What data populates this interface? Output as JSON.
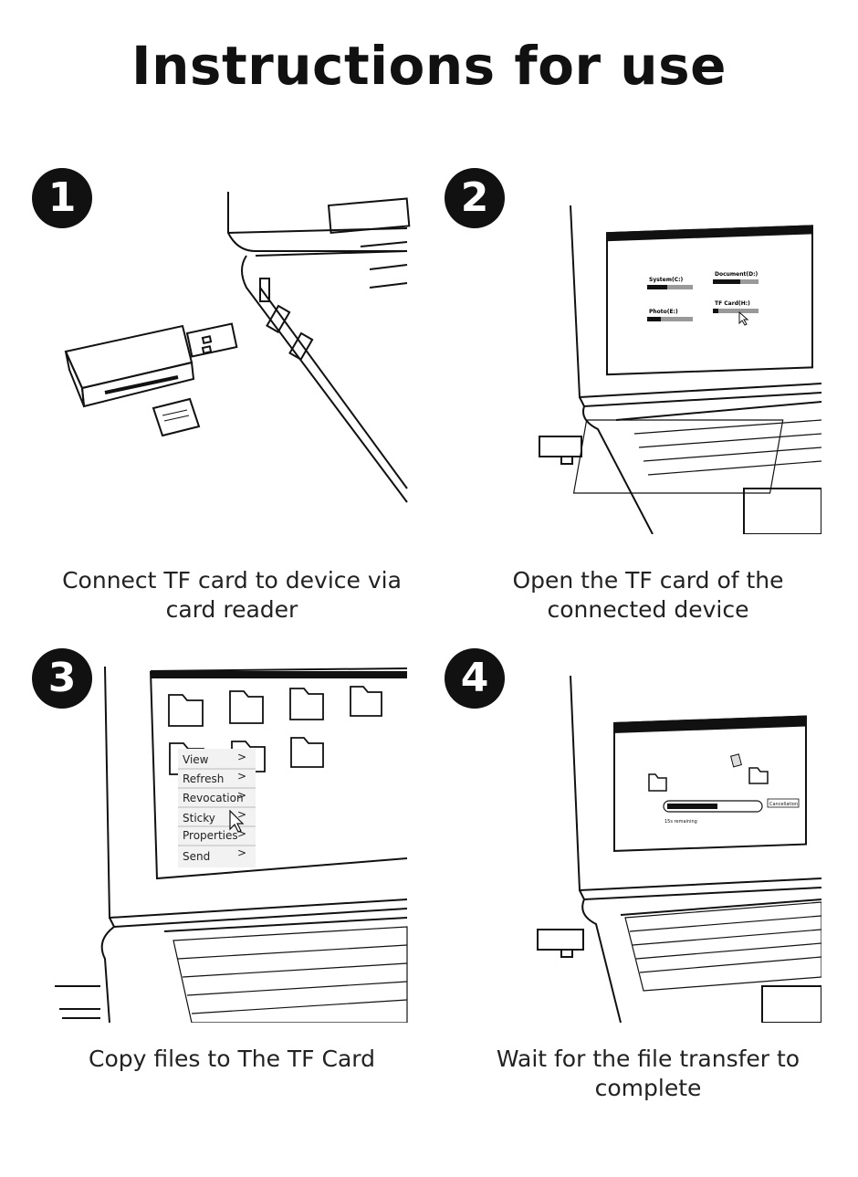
{
  "title": "Instructions for use",
  "steps": [
    {
      "number": "1",
      "caption_line1": "Connect TF card to device via",
      "caption_line2": "card reader"
    },
    {
      "number": "2",
      "caption_line1": "Open the TF card of the",
      "caption_line2": "connected device"
    },
    {
      "number": "3",
      "caption_line1": "Copy files to The TF Card",
      "caption_line2": ""
    },
    {
      "number": "4",
      "caption_line1": "Wait for the file transfer to",
      "caption_line2": "complete"
    }
  ],
  "step2_screen": {
    "drives": [
      "System(C:)",
      "Document(D:)",
      "Photo(E:)",
      "TF Card(H:)"
    ]
  },
  "step3_menu": {
    "items": [
      "View",
      "Refresh",
      "Revocation",
      "Sticky",
      "Properties",
      "Send"
    ],
    "arrow": ">"
  },
  "step4_screen": {
    "cancel_label": "Cancellation",
    "remaining": "15s remaining"
  }
}
